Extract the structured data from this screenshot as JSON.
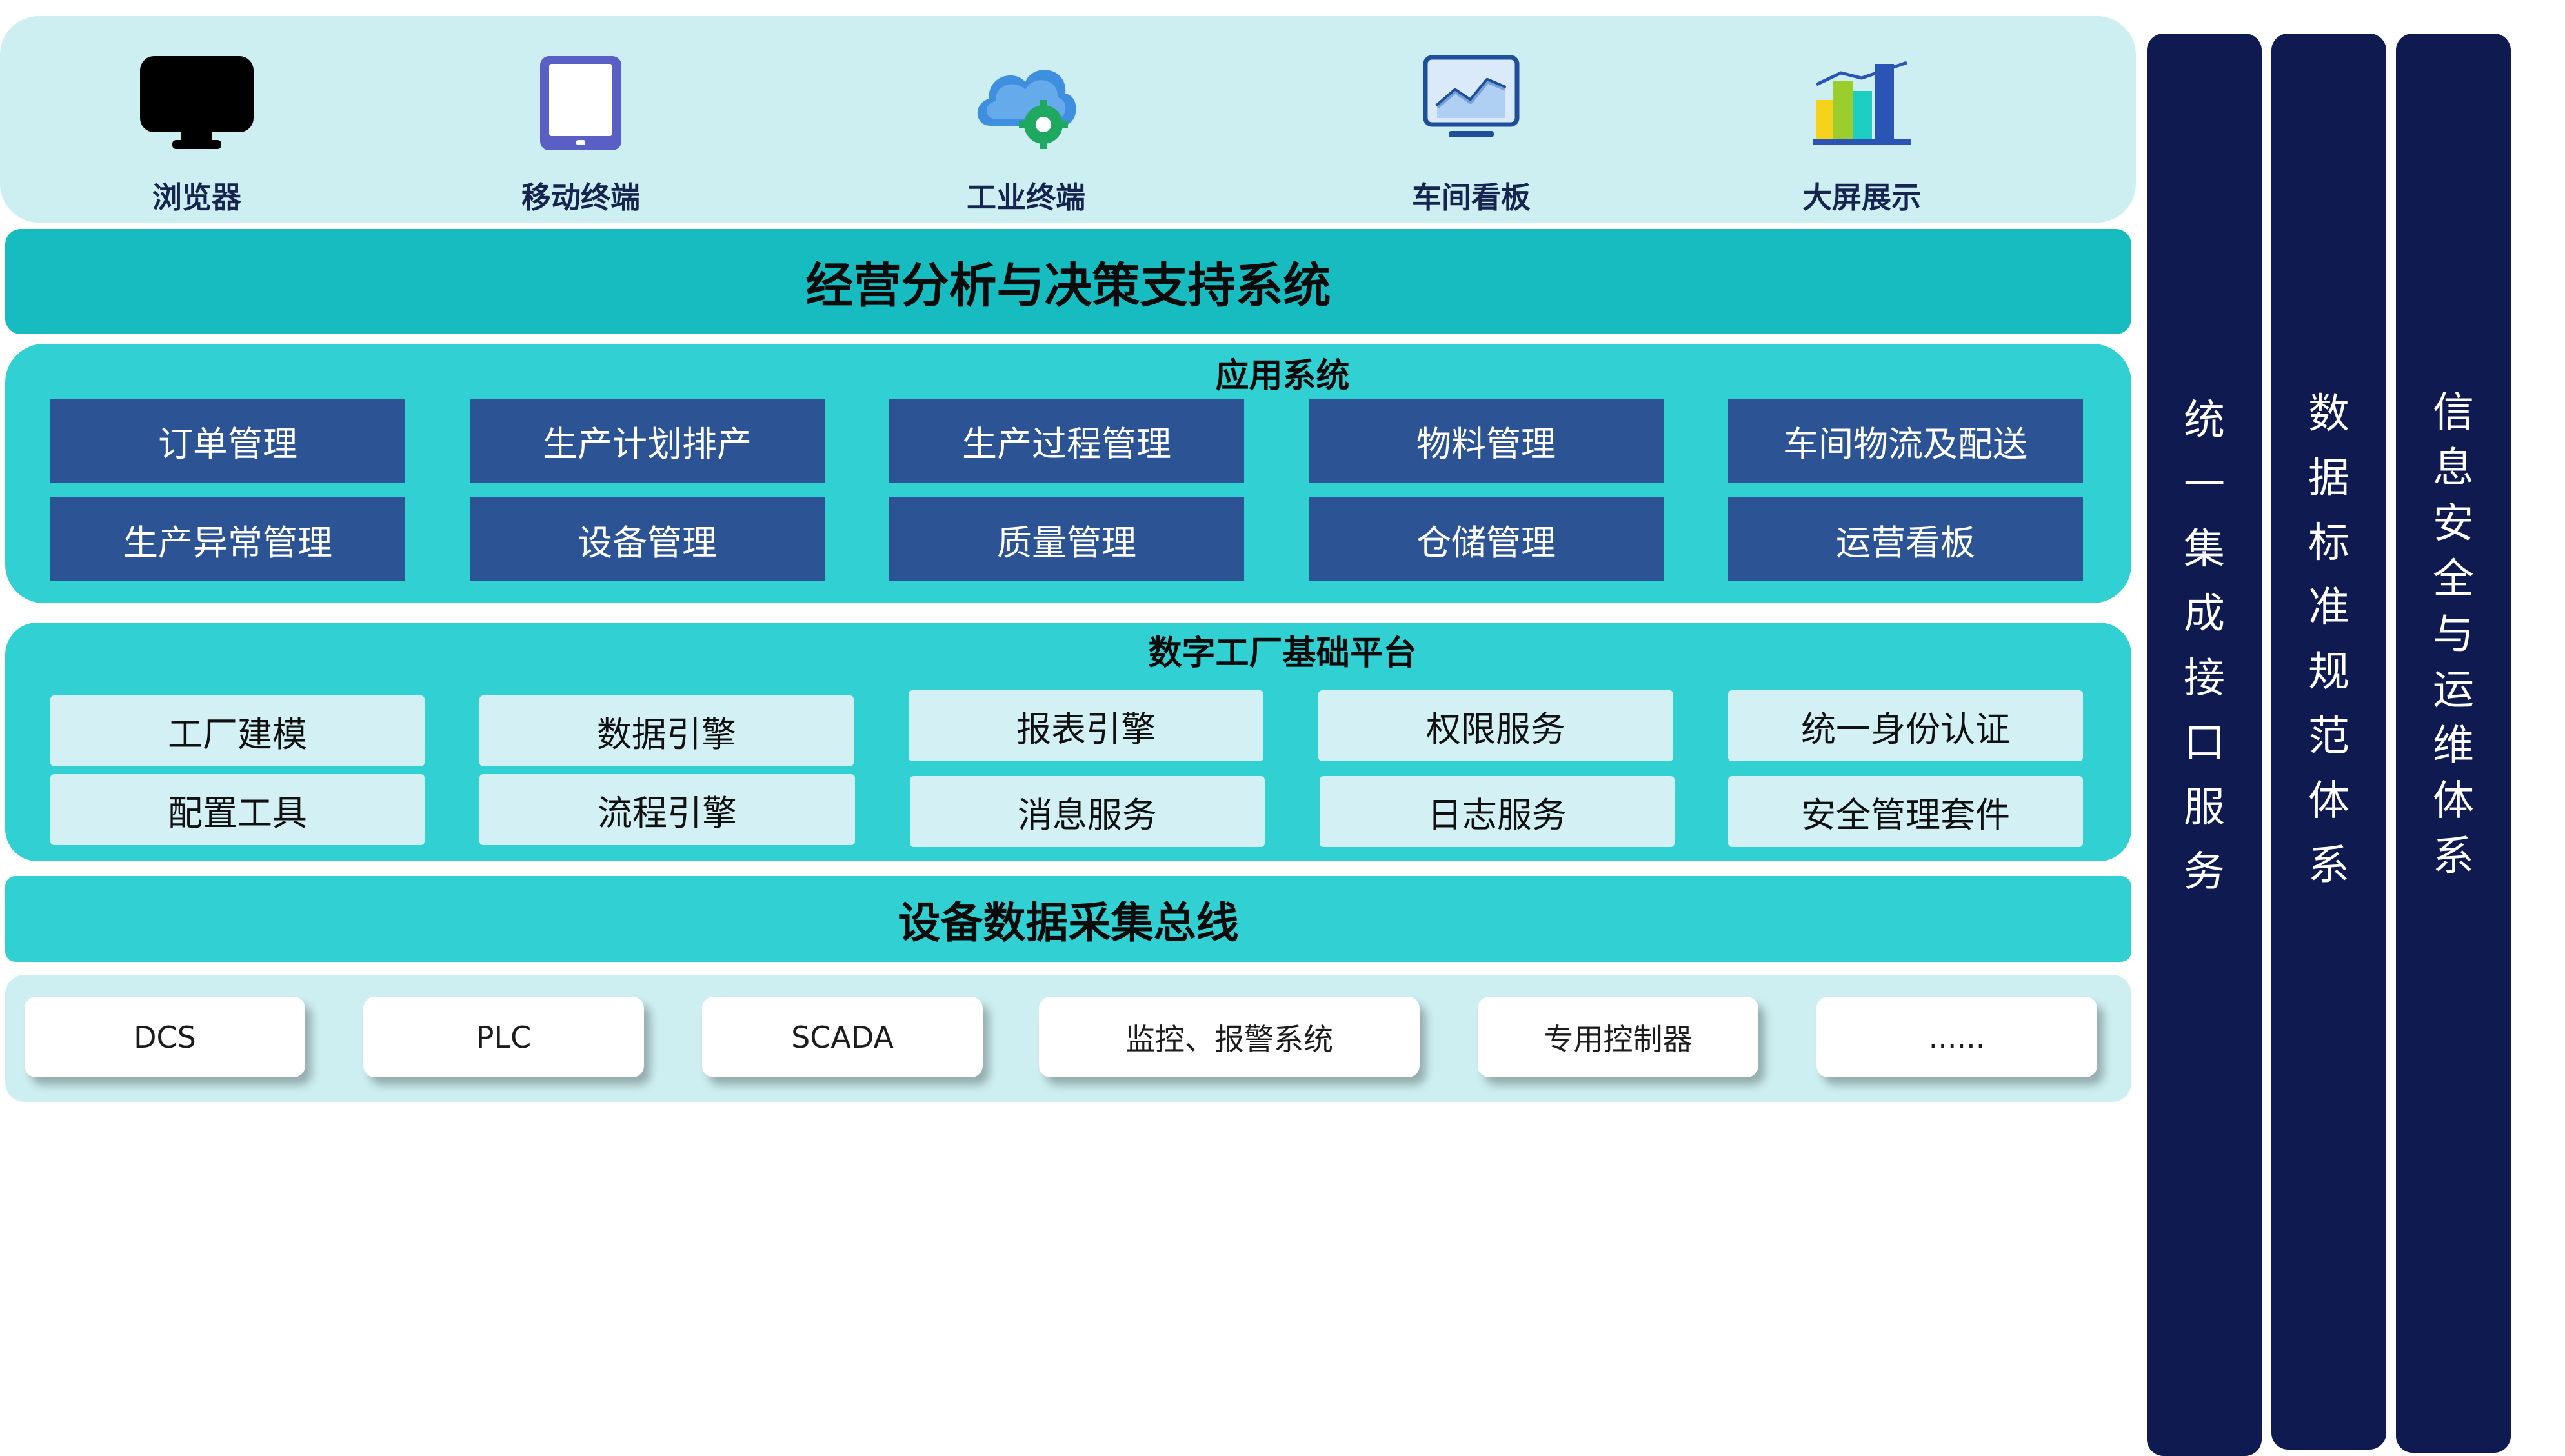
{
  "devices": [
    {
      "label": "浏览器",
      "icon": "monitor-icon"
    },
    {
      "label": "移动终端",
      "icon": "tablet-icon"
    },
    {
      "label": "工业终端",
      "icon": "cloud-gear-icon"
    },
    {
      "label": "车间看板",
      "icon": "dashboard-chart-icon"
    },
    {
      "label": "大屏展示",
      "icon": "bar-chart-icon"
    }
  ],
  "decision_system": "经营分析与决策支持系统",
  "app_system": {
    "title": "应用系统",
    "modules": [
      "订单管理",
      "生产计划排产",
      "生产过程管理",
      "物料管理",
      "车间物流及配送",
      "生产异常管理",
      "设备管理",
      "质量管理",
      "仓储管理",
      "运营看板"
    ]
  },
  "platform": {
    "title": "数字工厂基础平台",
    "modules": [
      "工厂建模",
      "数据引擎",
      "报表引擎",
      "权限服务",
      "统一身份认证",
      "配置工具",
      "流程引擎",
      "消息服务",
      "日志服务",
      "安全管理套件"
    ]
  },
  "bus": "设备数据采集总线",
  "field_systems": [
    "DCS",
    "PLC",
    "SCADA",
    "监控、报警系统",
    "专用控制器",
    "......"
  ],
  "pillars": [
    "统一集成接口服务",
    "数据标准规范体系",
    "信息安全与运维体系"
  ],
  "colors": {
    "band_light": "#cdeff1",
    "band_teal": "#31d0d3",
    "band_dark_teal": "#17bcc0",
    "tile_blue": "#2c5494",
    "pillar_navy": "#0e1a50"
  }
}
